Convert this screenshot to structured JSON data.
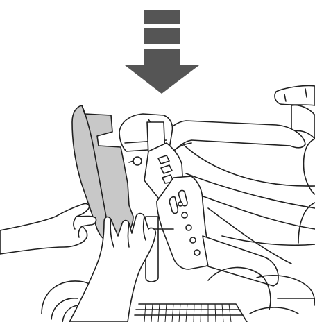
{
  "figure": {
    "arrow_color": "#555555",
    "panel_color": "#c8c8c8",
    "line_color": "#1f1f1f",
    "background": "#ffffff",
    "icons": [
      "direction-arrow-icon",
      "hands",
      "side-panel",
      "armrest-frame",
      "wheelchair-seat"
    ]
  }
}
